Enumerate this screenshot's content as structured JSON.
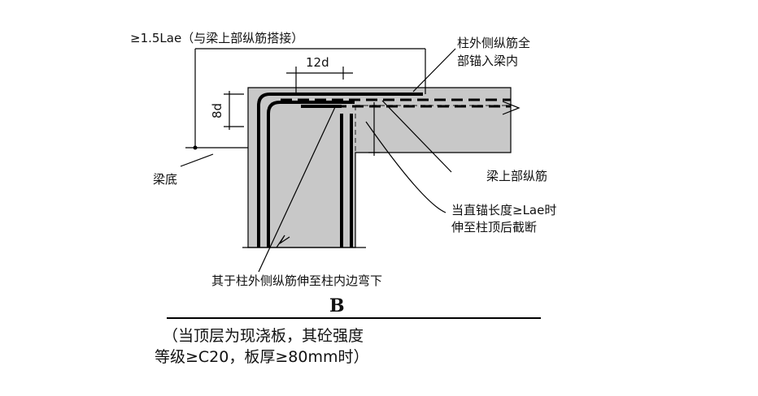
{
  "labels": {
    "top_dim": "≥1.5Lae（与梁上部纵筋搭接）",
    "dim_12d": "12d",
    "dim_8d": "8d",
    "beam_bottom": "梁底",
    "outer_bars_line1": "柱外侧纵筋全",
    "outer_bars_line2": "部锚入梁内",
    "beam_top_bars": "梁上部纵筋",
    "straight_anchor_line1": "当直锚长度≥Lae时",
    "straight_anchor_line2": "伸至柱顶后截断",
    "remaining_bars": "其于柱外侧纵筋伸至柱内边弯下",
    "variant": "B",
    "condition_line1": "（当顶层为现浇板，其砼强度",
    "condition_line2": "等级≥C20，板厚≥80mm时）"
  },
  "colors": {
    "concrete": "#c8c8c8",
    "ink": "#000000",
    "background": "#ffffff"
  }
}
